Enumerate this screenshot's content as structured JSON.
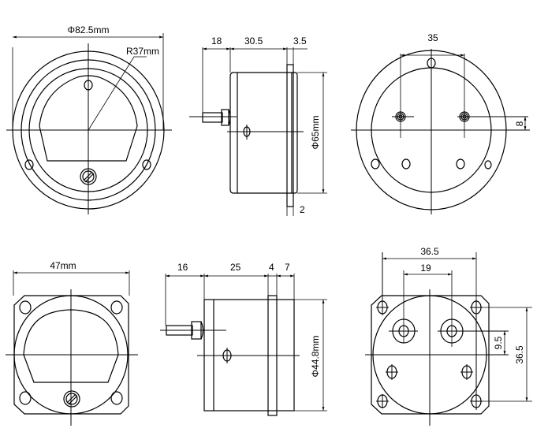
{
  "title": "Panel meter dimension drawings",
  "views": {
    "round_front": {
      "diameter": "Φ82.5mm",
      "radius": "R37mm"
    },
    "round_side": {
      "stud": "18",
      "body": "30.5",
      "flange": "3.5",
      "diameter": "Φ65mm",
      "flange_thickness": "2"
    },
    "round_back": {
      "stud_spacing": "35",
      "stud_offset": "8"
    },
    "square_front": {
      "width": "47mm"
    },
    "square_side": {
      "stud": "16",
      "body": "25",
      "flange": "4",
      "front": "7",
      "diameter": "Φ44.8mm"
    },
    "square_back": {
      "hole_spacing_h": "36.5",
      "stud_spacing": "19",
      "stud_offset": "9.5",
      "hole_spacing_v": "36.5"
    }
  },
  "colors": {
    "line": "#000000",
    "background": "#ffffff"
  }
}
